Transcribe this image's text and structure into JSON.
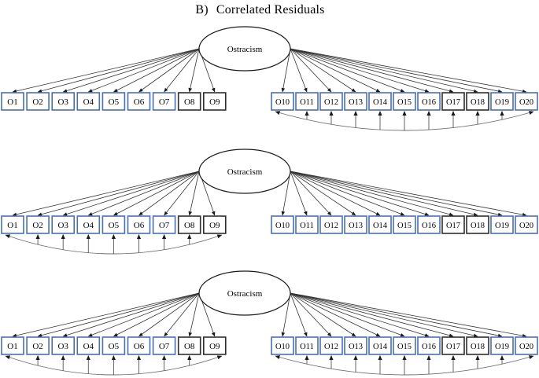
{
  "title": {
    "prefix": "B)",
    "text": "Correlated Residuals"
  },
  "latent": {
    "label": "Ostracism"
  },
  "indicators": {
    "left": [
      "O1",
      "O2",
      "O3",
      "O4",
      "O5",
      "O6",
      "O7",
      "O8",
      "O9"
    ],
    "right": [
      "O10",
      "O11",
      "O12",
      "O13",
      "O14",
      "O15",
      "O16",
      "O17",
      "O18",
      "O19",
      "O20"
    ],
    "black_bordered": [
      "O8",
      "O9",
      "O17",
      "O18"
    ]
  },
  "diagrams": [
    {
      "id": "sem-model-top",
      "residual_arc_left": false,
      "residual_arc_right": true
    },
    {
      "id": "sem-model-middle",
      "residual_arc_left": true,
      "residual_arc_right": false
    },
    {
      "id": "sem-model-bottom",
      "residual_arc_left": true,
      "residual_arc_right": true
    }
  ],
  "colors": {
    "blue_box_border": "#4a70b0",
    "black_box_border": "#2f2f2f",
    "path_line": "#333333",
    "residual_line": "#6e6e6e",
    "arrowhead": "#1a1a1a",
    "box_fill": "#ffffff",
    "ellipse_stroke": "#1a1a1a",
    "text": "#000000",
    "background": "#ffffff"
  }
}
